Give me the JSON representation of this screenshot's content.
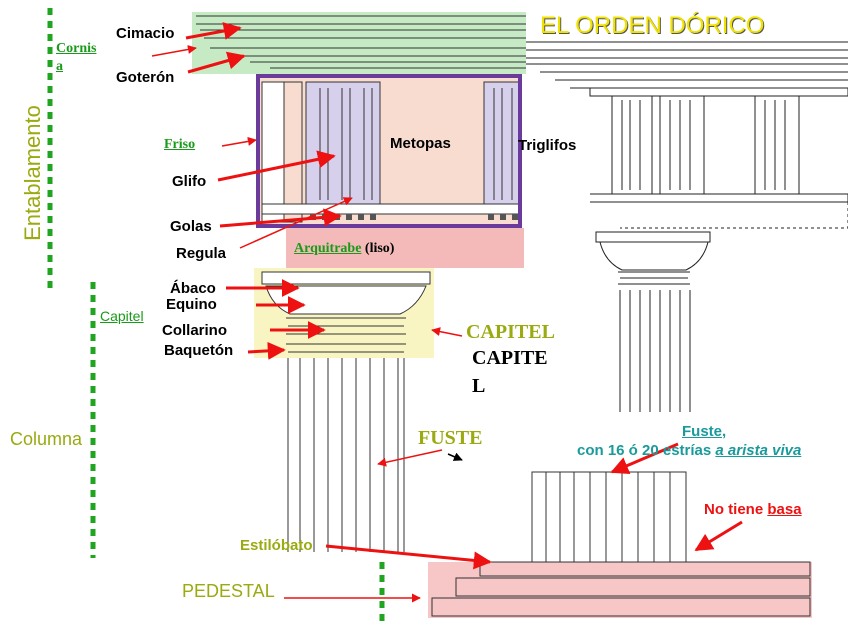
{
  "title": "EL ORDEN DÓRICO",
  "labels": {
    "cimacio": "Cimacio",
    "cornisa_a": "Cornis",
    "cornisa_b": "a",
    "goteron": "Goterón",
    "entablamento": "Entablamento",
    "friso": "Friso",
    "metopas": "Metopas",
    "triglifos": "Triglifos",
    "glifo": "Glifo",
    "golas": "Golas",
    "regula": "Regula",
    "arquitrabe": "Arquitrabe",
    "arquitrabe_note": " (liso)",
    "abaco": "Ábaco",
    "equino": "Equino",
    "capitel_side": "Capitel",
    "collarino": "Collarino",
    "baquetón": "Baquetón",
    "capitel_green": "CAPITEL",
    "capitel_black_a": "CAPITE",
    "capitel_black_b": "L",
    "columna": "Columna",
    "fuste_big": "FUSTE",
    "fuste_link": "Fuste,",
    "fuste_desc_a": "con 16 ó 20 estrías ",
    "fuste_desc_b": "a arista viva",
    "no_basa_a": "No tiene ",
    "no_basa_b": "basa",
    "estilobato": "Estilóbato",
    "pedestal": "PEDESTAL"
  },
  "colors": {
    "green_dots": "#1fa51f",
    "arrow_red": "#ee1111",
    "cornice_green": "#c6ebc4",
    "frieze_purple": "#6a3b9a",
    "metope_pink": "#f8dcd0",
    "triglyph_lavender": "#d7d0ec",
    "architrave_pink": "#f4b9b9",
    "capital_yellow": "#f8f5c2",
    "pedestal_pink": "#f7c6c6",
    "title_yellow": "#f0e200",
    "olive": "#9aaa10",
    "teal": "#1a9a9a"
  }
}
